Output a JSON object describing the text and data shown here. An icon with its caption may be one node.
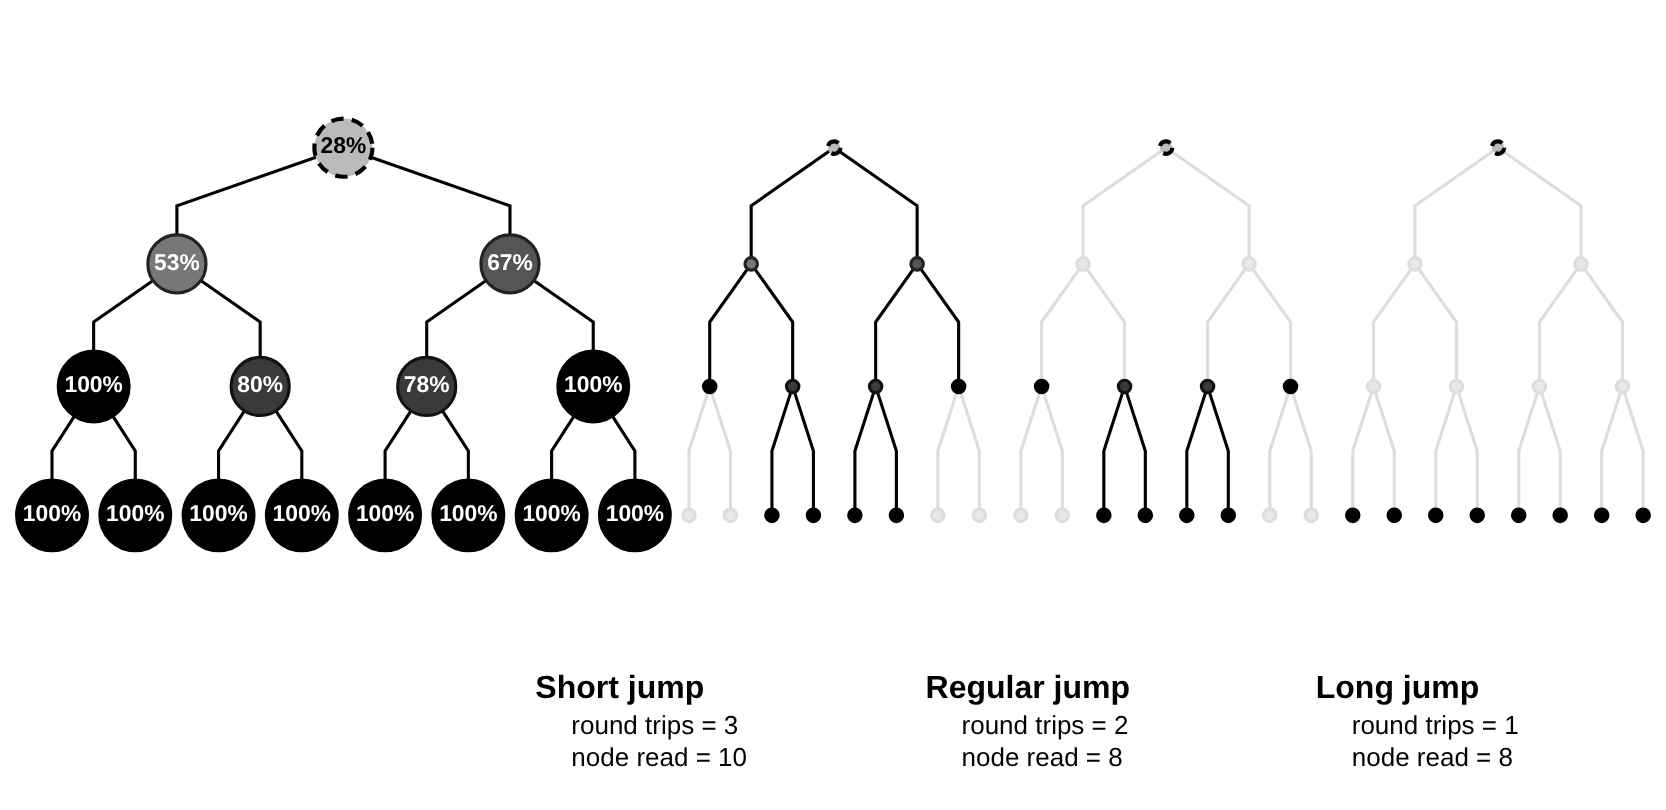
{
  "diagram": {
    "nodes": [
      {
        "text": [
          "28%"
        ]
      },
      {
        "text": [
          "53%"
        ]
      },
      {
        "text": [
          "67%"
        ]
      },
      {
        "text": [
          "100%"
        ]
      },
      {
        "text": [
          "80%"
        ]
      },
      {
        "text": [
          "78%"
        ]
      },
      {
        "text": [
          "100%"
        ]
      },
      {
        "text": [
          "100%"
        ]
      },
      {
        "text": [
          "100%"
        ]
      },
      {
        "text": [
          "100%"
        ]
      },
      {
        "text": [
          "100%"
        ]
      },
      {
        "text": [
          "100%"
        ]
      },
      {
        "text": [
          "100%"
        ]
      },
      {
        "text": [
          "100%"
        ]
      },
      {
        "text": [
          "100%"
        ]
      },
      {
        "text": [],
        "shape": "circle"
      },
      {
        "text": [],
        "shape": "circle"
      },
      {
        "text": [],
        "shape": "circle"
      },
      {
        "text": [],
        "shape": "circle"
      },
      {
        "text": [],
        "shape": "circle"
      },
      {
        "text": [],
        "shape": "circle"
      },
      {
        "text": [],
        "shape": "circle"
      },
      {
        "text": [],
        "shape": "circle"
      },
      {
        "text": [],
        "shape": "circle"
      },
      {
        "text": [],
        "shape": "circle"
      },
      {
        "text": [],
        "shape": "circle"
      },
      {
        "text": [],
        "shape": "circle"
      },
      {
        "text": [],
        "shape": "circle"
      },
      {
        "text": [],
        "shape": "circle"
      },
      {
        "text": [],
        "shape": "circle"
      },
      {
        "text": [],
        "shape": "circle"
      },
      {
        "text": [],
        "shape": "circle"
      },
      {
        "text": [],
        "shape": "circle"
      },
      {
        "text": [],
        "shape": "circle"
      },
      {
        "text": [],
        "shape": "circle"
      },
      {
        "text": [],
        "shape": "circle"
      },
      {
        "text": [],
        "shape": "circle"
      },
      {
        "text": [],
        "shape": "circle"
      },
      {
        "text": [],
        "shape": "circle"
      },
      {
        "text": [],
        "shape": "circle"
      },
      {
        "text": [],
        "shape": "circle"
      },
      {
        "text": [],
        "shape": "circle"
      },
      {
        "text": [],
        "shape": "circle"
      },
      {
        "text": [],
        "shape": "circle"
      },
      {
        "text": [],
        "shape": "circle"
      },
      {
        "text": [],
        "shape": "circle"
      },
      {
        "text": [],
        "shape": "circle"
      },
      {
        "text": [],
        "shape": "circle"
      },
      {
        "text": [],
        "shape": "circle"
      },
      {
        "text": [],
        "shape": "circle"
      },
      {
        "text": [],
        "shape": "circle"
      },
      {
        "text": [],
        "shape": "circle"
      },
      {
        "text": [],
        "shape": "circle"
      },
      {
        "text": [],
        "shape": "circle"
      },
      {
        "text": [],
        "shape": "circle"
      },
      {
        "text": [],
        "shape": "circle"
      },
      {
        "text": [],
        "shape": "circle"
      },
      {
        "text": [],
        "shape": "circle"
      },
      {
        "text": [],
        "shape": "circle"
      },
      {
        "text": [],
        "shape": "circle"
      }
    ],
    "edges": [
      {
        "from": 0,
        "to": 1,
        "arrow": "none"
      },
      {
        "from": 0,
        "to": 2,
        "arrow": "none"
      },
      {
        "from": 1,
        "to": 3,
        "arrow": "none"
      },
      {
        "from": 1,
        "to": 4,
        "arrow": "none"
      },
      {
        "from": 2,
        "to": 5,
        "arrow": "none"
      },
      {
        "from": 2,
        "to": 6,
        "arrow": "none"
      },
      {
        "from": 3,
        "to": 7,
        "arrow": "none"
      },
      {
        "from": 3,
        "to": 8,
        "arrow": "none"
      },
      {
        "from": 4,
        "to": 9,
        "arrow": "none"
      },
      {
        "from": 4,
        "to": 10,
        "arrow": "none"
      },
      {
        "from": 5,
        "to": 11,
        "arrow": "none"
      },
      {
        "from": 5,
        "to": 12,
        "arrow": "none"
      },
      {
        "from": 6,
        "to": 13,
        "arrow": "none"
      },
      {
        "from": 6,
        "to": 14,
        "arrow": "none"
      },
      {
        "from": 15,
        "to": 16,
        "arrow": "none"
      },
      {
        "from": 15,
        "to": 17,
        "arrow": "none"
      },
      {
        "from": 16,
        "to": 18,
        "arrow": "none"
      },
      {
        "from": 16,
        "to": 19,
        "arrow": "none"
      },
      {
        "from": 17,
        "to": 20,
        "arrow": "none"
      },
      {
        "from": 17,
        "to": 21,
        "arrow": "none"
      },
      {
        "from": 18,
        "to": 22,
        "arrow": "none",
        "color": "#dddddd"
      },
      {
        "from": 18,
        "to": 23,
        "arrow": "none",
        "color": "#dddddd"
      },
      {
        "from": 19,
        "to": 24,
        "arrow": "none"
      },
      {
        "from": 19,
        "to": 25,
        "arrow": "none"
      },
      {
        "from": 20,
        "to": 26,
        "arrow": "none"
      },
      {
        "from": 20,
        "to": 27,
        "arrow": "none"
      },
      {
        "from": 21,
        "to": 28,
        "arrow": "none",
        "color": "#dddddd"
      },
      {
        "from": 21,
        "to": 29,
        "arrow": "none",
        "color": "#dddddd"
      },
      {
        "from": 30,
        "to": 31,
        "arrow": "none",
        "color": "#dddddd"
      },
      {
        "from": 30,
        "to": 32,
        "arrow": "none",
        "color": "#dddddd"
      },
      {
        "from": 31,
        "to": 33,
        "arrow": "none",
        "color": "#dddddd"
      },
      {
        "from": 31,
        "to": 34,
        "arrow": "none",
        "color": "#dddddd"
      },
      {
        "from": 32,
        "to": 35,
        "arrow": "none",
        "color": "#dddddd"
      },
      {
        "from": 32,
        "to": 36,
        "arrow": "none",
        "color": "#dddddd"
      },
      {
        "from": 33,
        "to": 37,
        "arrow": "none",
        "color": "#dddddd"
      },
      {
        "from": 33,
        "to": 38,
        "arrow": "none",
        "color": "#dddddd"
      },
      {
        "from": 34,
        "to": 39,
        "arrow": "none"
      },
      {
        "from": 34,
        "to": 40,
        "arrow": "none"
      },
      {
        "from": 35,
        "to": 41,
        "arrow": "none"
      },
      {
        "from": 35,
        "to": 42,
        "arrow": "none"
      },
      {
        "from": 36,
        "to": 43,
        "arrow": "none",
        "color": "#dddddd"
      },
      {
        "from": 36,
        "to": 44,
        "arrow": "none",
        "color": "#dddddd"
      },
      {
        "from": 45,
        "to": 46,
        "arrow": "none",
        "color": "#dddddd"
      },
      {
        "from": 45,
        "to": 47,
        "arrow": "none",
        "color": "#dddddd"
      },
      {
        "from": 46,
        "to": 48,
        "arrow": "none",
        "color": "#dddddd"
      },
      {
        "from": 46,
        "to": 49,
        "arrow": "none",
        "color": "#dddddd"
      },
      {
        "from": 47,
        "to": 50,
        "arrow": "none",
        "color": "#dddddd"
      },
      {
        "from": 47,
        "to": 51,
        "arrow": "none",
        "color": "#dddddd"
      },
      {
        "from": 48,
        "to": 52,
        "arrow": "none",
        "color": "#dddddd"
      },
      {
        "from": 48,
        "to": 53,
        "arrow": "none",
        "color": "#dddddd"
      },
      {
        "from": 49,
        "to": 54,
        "arrow": "none",
        "color": "#dddddd"
      },
      {
        "from": 49,
        "to": 55,
        "arrow": "none",
        "color": "#dddddd"
      },
      {
        "from": 50,
        "to": 56,
        "arrow": "none",
        "color": "#dddddd"
      },
      {
        "from": 50,
        "to": 57,
        "arrow": "none",
        "color": "#dddddd"
      },
      {
        "from": 51,
        "to": 58,
        "arrow": "none",
        "color": "#dddddd"
      },
      {
        "from": 51,
        "to": 59,
        "arrow": "none",
        "color": "#dddddd"
      }
    ],
    "labels": [
      "Short jump",
      "round trips = 3",
      "node read = 10",
      "Regular jump",
      "round trips = 2",
      "node read = 8",
      "Long jump",
      "round trips = 1",
      "node read = 8"
    ]
  }
}
